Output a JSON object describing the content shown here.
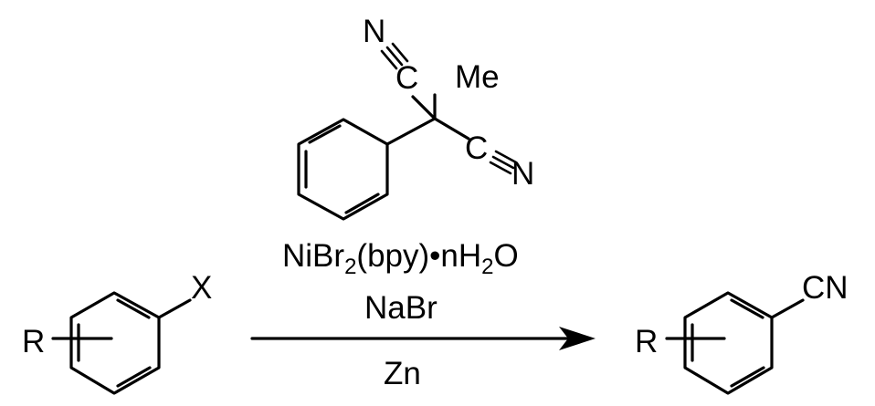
{
  "scheme": {
    "cyanating_reagent": {
      "nitrile_n_top": "N",
      "nitrile_c_top": "C",
      "methyl": "Me",
      "nitrile_c_right": "C",
      "nitrile_n_right": "N"
    },
    "starting_material": {
      "substituent": "R",
      "leaving_group": "X"
    },
    "conditions": {
      "catalyst_prefix": "NiBr",
      "catalyst_sub_1": "2",
      "catalyst_mid": "(bpy)•nH",
      "catalyst_sub_2": "2",
      "catalyst_suffix": "O",
      "additive": "NaBr",
      "reductant": "Zn"
    },
    "product": {
      "substituent": "R",
      "functional_group": "CN"
    }
  }
}
